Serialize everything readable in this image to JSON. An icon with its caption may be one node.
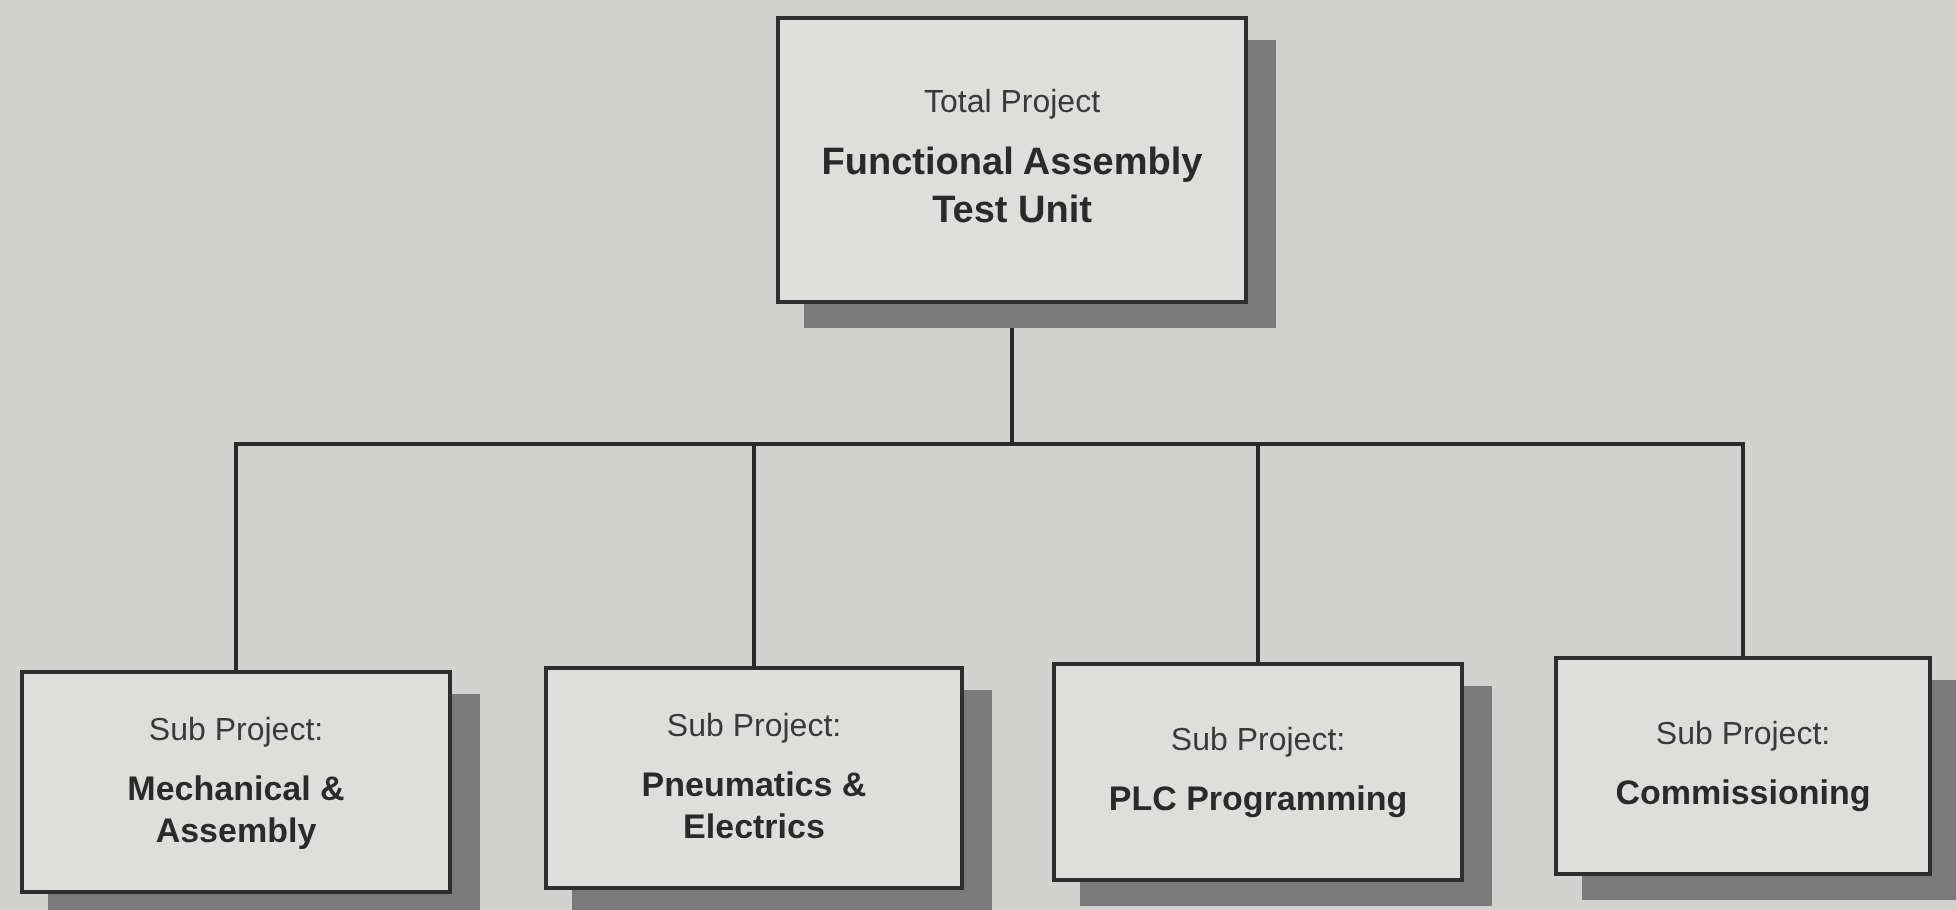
{
  "diagram": {
    "nodes": [
      {
        "text": [
          "Total Project",
          "Functional Assembly Test Unit"
        ]
      },
      {
        "text": [
          "Sub Project:",
          "Mechanical & Assembly"
        ]
      },
      {
        "text": [
          "Sub Project:",
          "Pneumatics & Electrics"
        ]
      },
      {
        "text": [
          "Sub Project:",
          "PLC Programming"
        ]
      },
      {
        "text": [
          "Sub Project:",
          "Commissioning"
        ]
      }
    ],
    "edges": [
      {
        "from": 0,
        "to": 1,
        "arrow": "none"
      },
      {
        "from": 0,
        "to": 2,
        "arrow": "none"
      },
      {
        "from": 0,
        "to": 3,
        "arrow": "none"
      },
      {
        "from": 0,
        "to": 4,
        "arrow": "none"
      }
    ]
  }
}
